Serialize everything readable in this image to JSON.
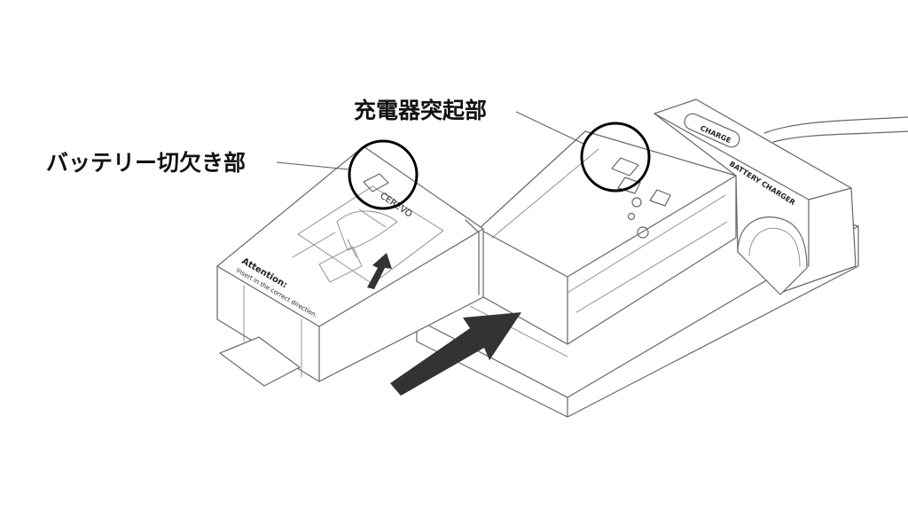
{
  "labels": {
    "charger_protrusion": "充電器突起部",
    "battery_notch": "バッテリー切欠き部"
  },
  "charger": {
    "button_label": "CHARGE",
    "brand_label": "BATTERY CHARGER"
  },
  "battery": {
    "brand": "CEREVO",
    "attention_title": "Attention:",
    "attention_text": "Insert in the correct direction."
  },
  "colors": {
    "outline": "#666666",
    "arrow": "#333333",
    "circle": "#000000",
    "text": "#111111"
  }
}
